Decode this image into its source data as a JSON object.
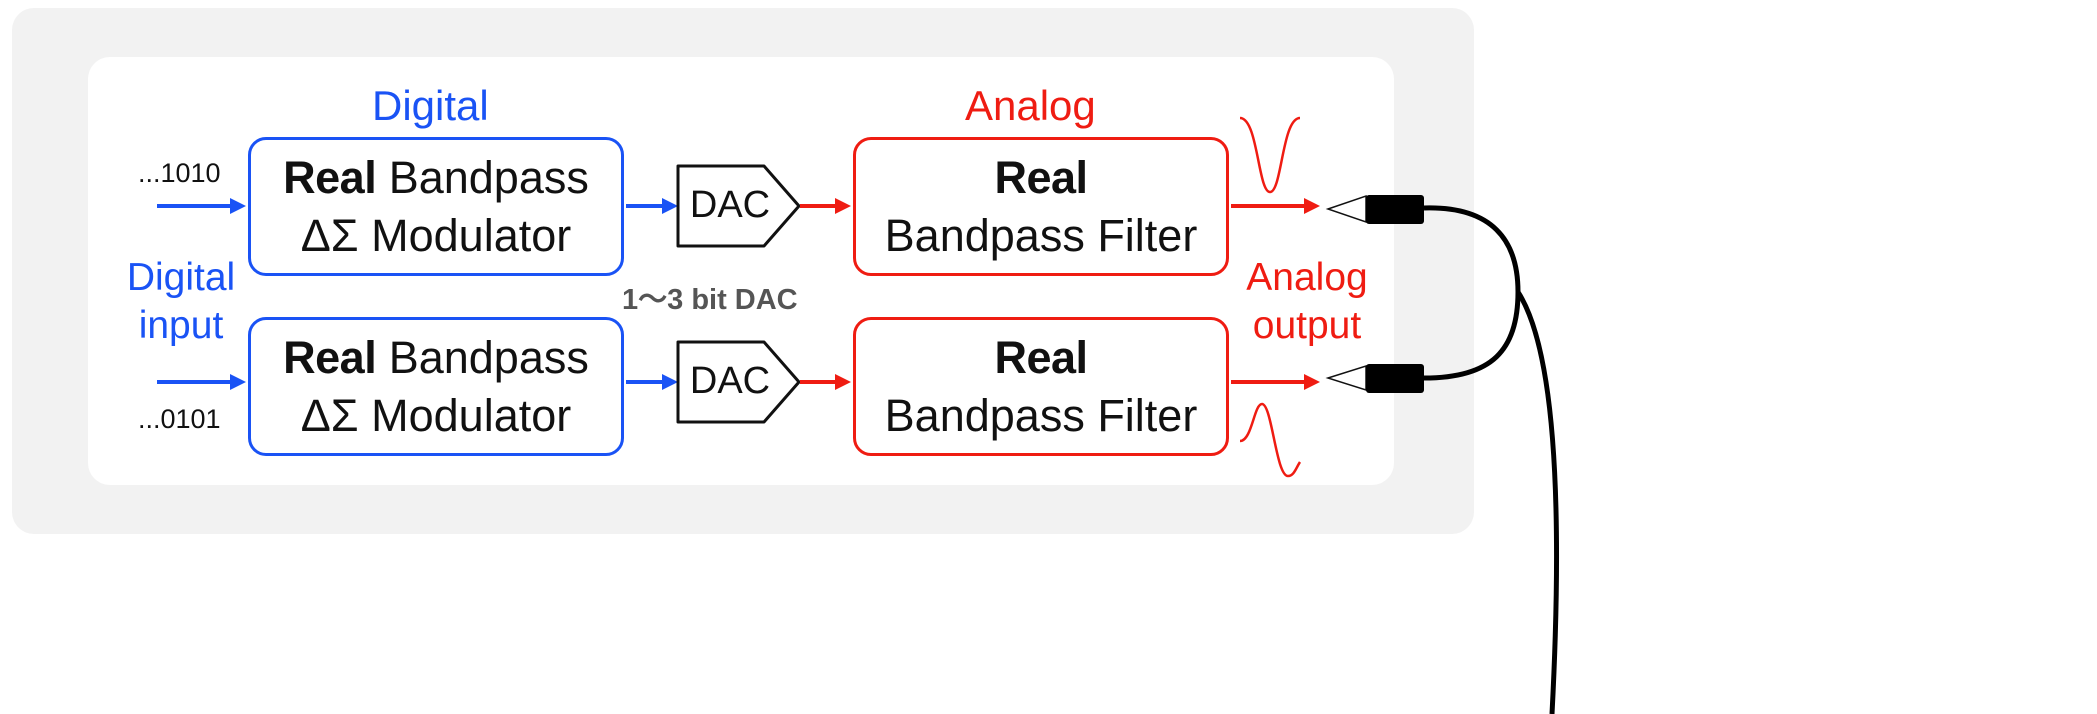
{
  "headers": {
    "digital": "Digital",
    "analog": "Analog"
  },
  "side_labels": {
    "digital_input_line1": "Digital",
    "digital_input_line2": "input",
    "analog_output_line1": "Analog",
    "analog_output_line2": "output"
  },
  "inputs": {
    "top_bits": "...1010",
    "bottom_bits": "...0101"
  },
  "modulator": {
    "bold": "Real",
    "rest_line1": " Bandpass",
    "line2": "ΔΣ Modulator"
  },
  "dac": {
    "label": "DAC",
    "caption": "1〜3 bit DAC"
  },
  "filter": {
    "line1": "Real",
    "line2": "Bandpass Filter"
  },
  "colors": {
    "digital": "#1a53f5",
    "analog": "#ef1c12",
    "panel": "#f2f2f2"
  }
}
